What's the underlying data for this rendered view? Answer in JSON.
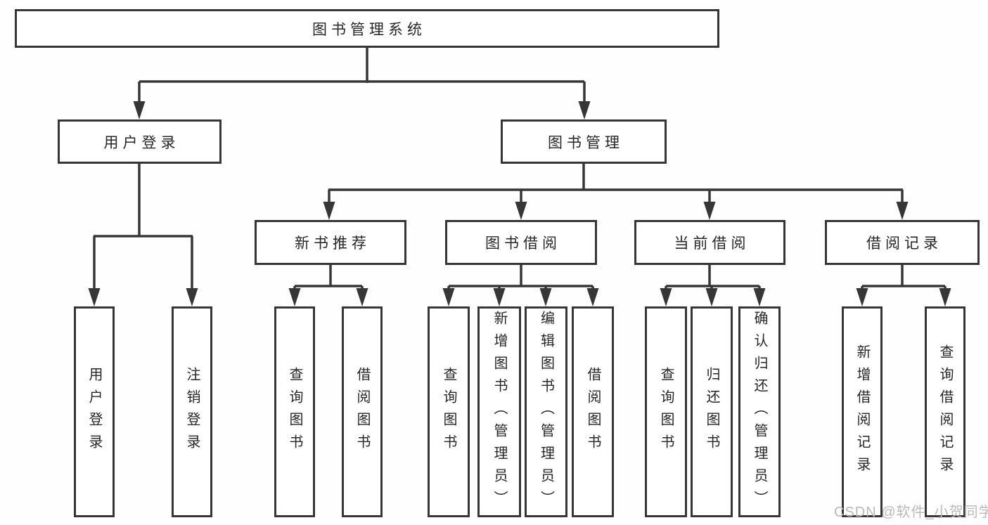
{
  "diagram_title": "图书管理系统",
  "tree": {
    "root": {
      "label": "图书管理系统",
      "children": [
        {
          "label": "用户登录",
          "children": [
            {
              "label": "用户登录"
            },
            {
              "label": "注销登录"
            }
          ]
        },
        {
          "label": "图书管理",
          "children": [
            {
              "label": "新书推荐",
              "children": [
                {
                  "label": "查询图书"
                },
                {
                  "label": "借阅图书"
                }
              ]
            },
            {
              "label": "图书借阅",
              "children": [
                {
                  "label": "查询图书"
                },
                {
                  "label": "新增图书（管理员）"
                },
                {
                  "label": "编辑图书（管理员）"
                },
                {
                  "label": "借阅图书"
                }
              ]
            },
            {
              "label": "当前借阅",
              "children": [
                {
                  "label": "查询图书"
                },
                {
                  "label": "归还图书"
                },
                {
                  "label": "确认归还（管理员）"
                }
              ]
            },
            {
              "label": "借阅记录",
              "children": [
                {
                  "label": "新增借阅记录"
                },
                {
                  "label": "查询借阅记录"
                }
              ]
            }
          ]
        }
      ]
    }
  },
  "watermark": {
    "text": "CSDN @软件_小贺同学"
  },
  "colors": {
    "background": "#fefefe",
    "box_fill": "#ffffff",
    "box_border": "#363636",
    "line": "#363636",
    "label_text": "#262626",
    "watermark_text": "#b9b9b9"
  }
}
